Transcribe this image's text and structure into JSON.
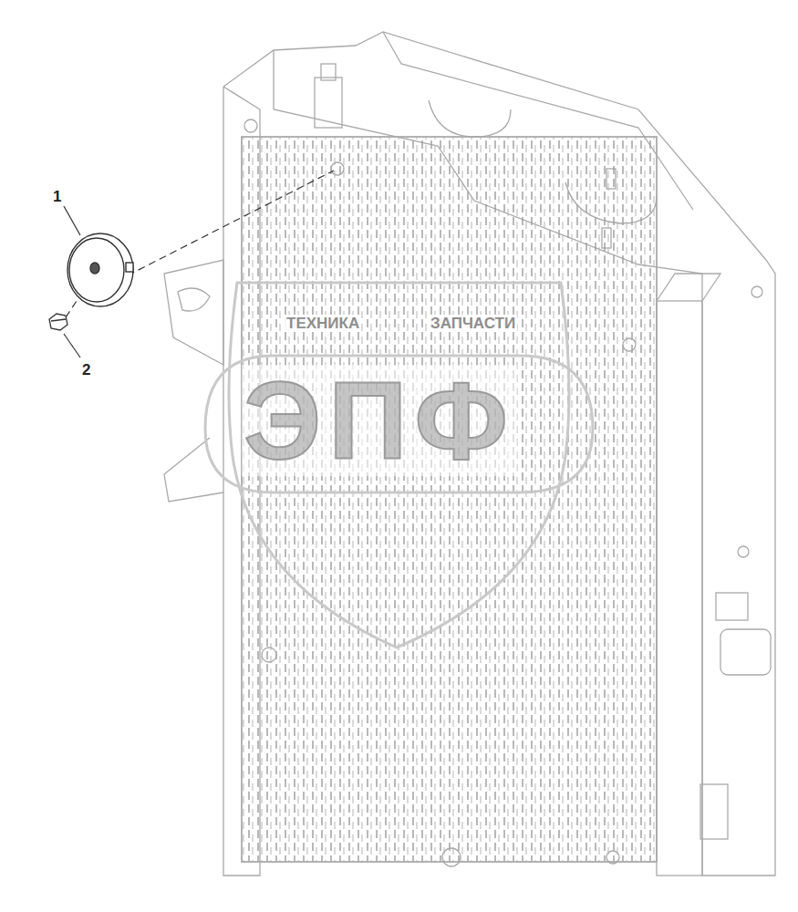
{
  "diagram": {
    "labels": [
      "1",
      "2",
      "ТЕХНИКА",
      "ЗАПЧАСТИ",
      "ЭПФ"
    ]
  }
}
